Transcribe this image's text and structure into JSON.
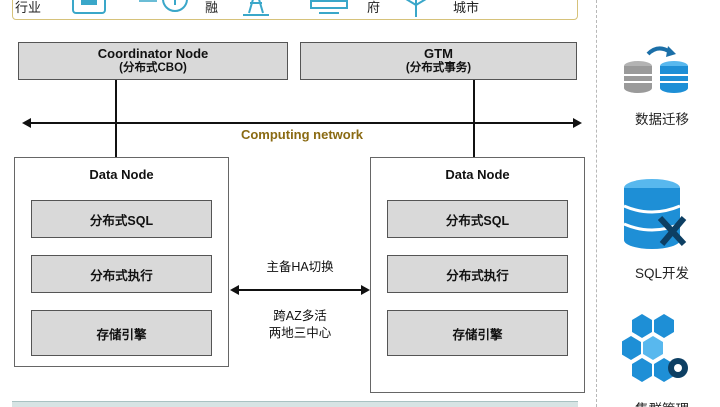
{
  "top_banner": {
    "label_left": "行业",
    "label_finance": "融",
    "label_gov": "府",
    "label_city": "城市"
  },
  "coordinator": {
    "title": "Coordinator Node",
    "subtitle": "(分布式CBO)"
  },
  "gtm": {
    "title": "GTM",
    "subtitle": "(分布式事务)"
  },
  "network": {
    "label": "Computing network"
  },
  "data_nodes": [
    {
      "title": "Data Node",
      "components": [
        "分布式SQL",
        "分布式执行",
        "存储引擎"
      ]
    },
    {
      "title": "Data Node",
      "components": [
        "分布式SQL",
        "分布式执行",
        "存储引擎"
      ]
    }
  ],
  "middle": {
    "ha_label": "主备HA切换",
    "az_label": "跨AZ多活",
    "dc_label": "两地三中心"
  },
  "side_tools": [
    {
      "label": "数据迁移",
      "icon": "db-migration-icon"
    },
    {
      "label": "SQL开发",
      "icon": "sql-dev-icon"
    },
    {
      "label": "集群管理",
      "icon": "cluster-mgmt-icon"
    }
  ],
  "colors": {
    "box_fill": "#d9d9d9",
    "network_text": "#8a6a12",
    "icon_blue": "#1e8fd6",
    "icon_gray": "#9a9a9a",
    "banner_border": "#d6c27a"
  }
}
